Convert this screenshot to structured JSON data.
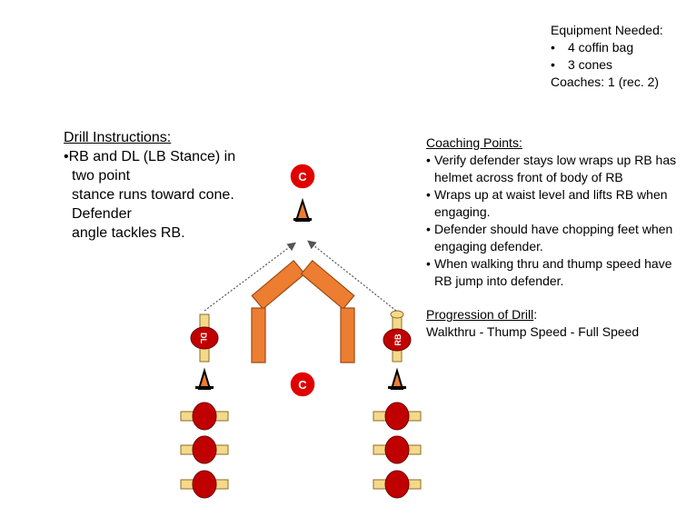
{
  "equipment": {
    "title": "Equipment Needed:",
    "items": [
      "4 coffin bag",
      "3 cones"
    ],
    "coaches": "Coaches:  1 (rec. 2)"
  },
  "instructions": {
    "heading": "Drill Instructions:",
    "lines": [
      "RB and DL (LB Stance) in",
      "two point",
      "stance runs toward cone.",
      "Defender",
      "angle tackles RB."
    ]
  },
  "coaching": {
    "heading": "Coaching Points:",
    "points": [
      "Verify defender stays low wraps up RB has helmet across front of body of RB",
      "Wraps up at waist level and lifts RB when engaging.",
      "Defender should have chopping feet when engaging defender.",
      "When walking thru and thump speed have RB jump into defender."
    ]
  },
  "progression": {
    "heading": "Progression of Drill",
    "colon": ":",
    "text": "Walkthru - Thump Speed - Full Speed"
  },
  "diagram": {
    "coach_label": "C",
    "dl_label": "DL",
    "rb_label": "RB",
    "colors": {
      "player": "#c00000",
      "helmet_bar": "#f5d98a",
      "bag": "#ed7d31",
      "cone": "#ed7d31",
      "arrow": "#555555"
    }
  }
}
